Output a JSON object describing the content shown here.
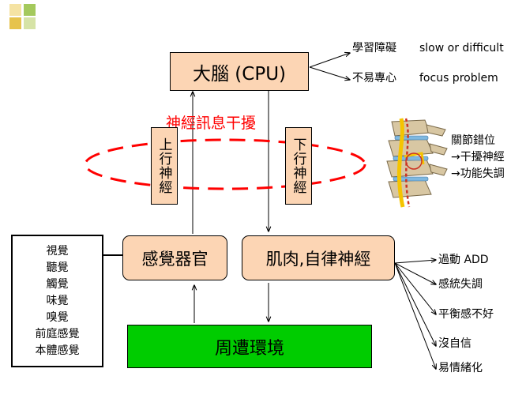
{
  "colors": {
    "decor_squares": [
      "#f5e3a3",
      "#a4c95c",
      "#e6c34b",
      "#d6e3a6"
    ],
    "peach_box": "#fcd5b4",
    "green_box": "#00cc00",
    "interference": "#ff0000",
    "spine_bone": "#d8c7a3",
    "spine_nerve": "#f5c400",
    "spine_vessel": "#cc3322",
    "spine_disc": "#7fb8e0"
  },
  "brain": {
    "label": "大腦 (CPU)"
  },
  "brain_outputs": [
    {
      "zh": "學習障礙",
      "en": "slow or difficult"
    },
    {
      "zh": "不易專心",
      "en": "focus problem"
    }
  ],
  "interference_label": "神經訊息干擾",
  "afferent_nerve": "上行神經",
  "efferent_nerve": "下行神經",
  "spine": {
    "icon": "spine-icon",
    "lines": [
      "關節錯位",
      "→干擾神經",
      "→功能失調"
    ]
  },
  "sense_organs": "感覺器官",
  "muscles": "肌肉,自律神經",
  "environment": "周遭環境",
  "senses_list": [
    "視覺",
    "聽覺",
    "觸覺",
    "味覺",
    "嗅覺",
    "前庭感覺",
    "本體感覺"
  ],
  "effects": [
    "過動 ADD",
    "感統失調",
    "平衡感不好",
    "沒自信",
    "易情緒化"
  ]
}
